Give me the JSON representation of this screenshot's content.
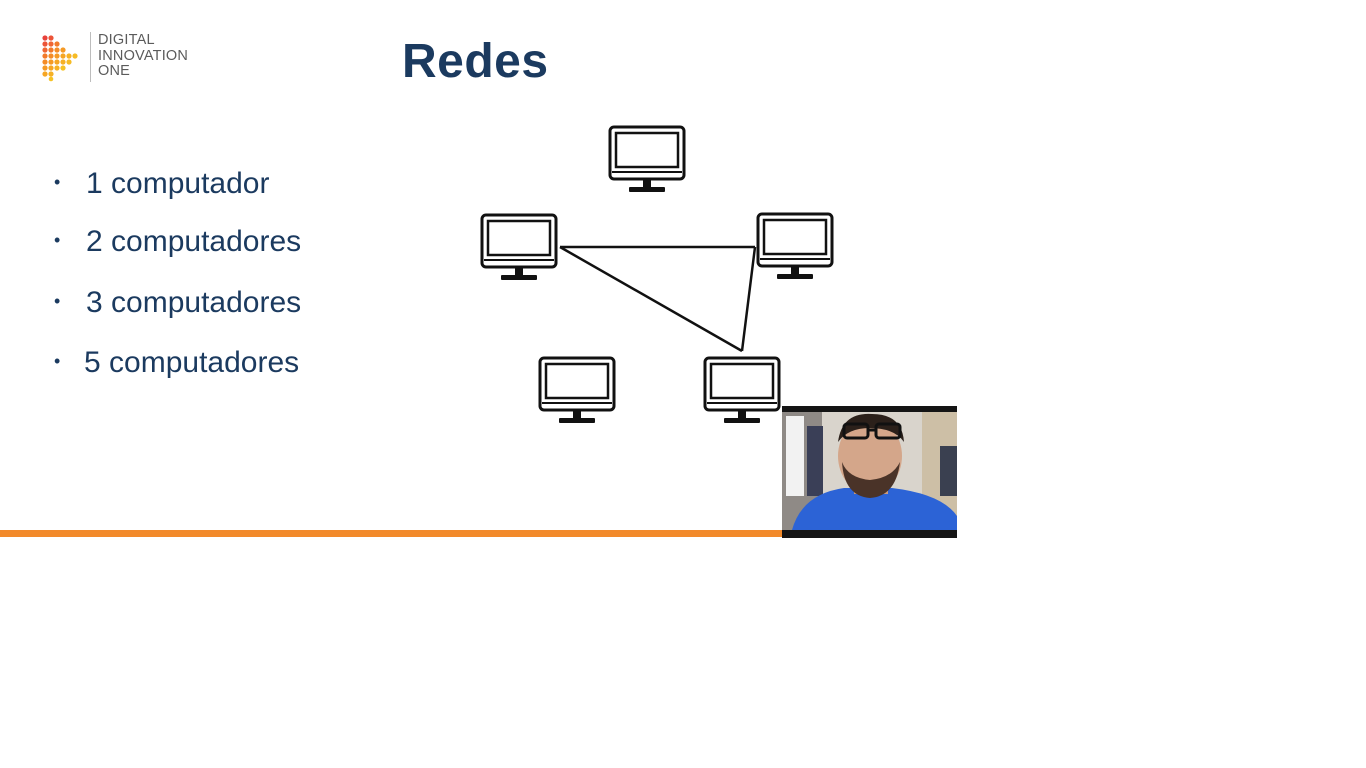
{
  "logo": {
    "line1": "DIGITAL",
    "line2": "INNOVATION",
    "line3": "ONE",
    "colors": [
      "#e8413b",
      "#f27a2a",
      "#f6a623",
      "#f6c224"
    ]
  },
  "slide": {
    "title": "Redes",
    "bullets": [
      "1 computador",
      "2 computadores",
      "3 computadores",
      "5 computadores"
    ],
    "bullet_symbol": "•"
  },
  "diagram": {
    "icon": "monitor-icon",
    "computers": 5,
    "connections": [
      [
        "left",
        "right"
      ],
      [
        "left",
        "bottom-right"
      ],
      [
        "right",
        "bottom-right"
      ]
    ]
  },
  "colors": {
    "text": "#1b3a5f",
    "accent_bar": "#f28a2b",
    "background": "#ffffff"
  }
}
